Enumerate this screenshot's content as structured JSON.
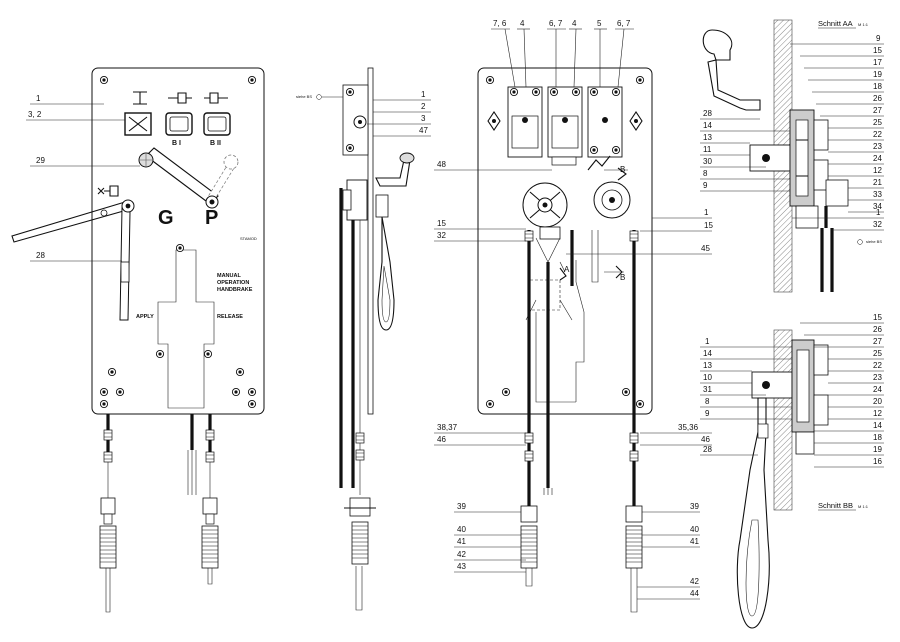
{
  "front_view": {
    "labels": {
      "l1": "1",
      "l3_2": "3, 2",
      "l29": "29",
      "l28": "28"
    },
    "g_text": "G",
    "p_text": "P",
    "bi_text": "B I",
    "bii_text": "B II",
    "stamp_text": "STAMOD",
    "manual_text": [
      "MANUAL",
      "OPERATION",
      "HANDBRAKE"
    ],
    "apply_text": "APPLY",
    "release_text": "RELEASE"
  },
  "side_view": {
    "labels": {
      "l1": "1",
      "l2": "2",
      "l3": "3",
      "l47": "47"
    },
    "note": "siehe BS"
  },
  "rear_view": {
    "top_labels": [
      "7, 6",
      "4",
      "6, 7",
      "4",
      "5",
      "6, 7"
    ],
    "left_labels": {
      "l48": "48",
      "l15": "15",
      "l32": "32",
      "l38_37": "38,37",
      "l46": "46",
      "l39": "39",
      "l40": "40",
      "l41": "41",
      "l42": "42",
      "l43": "43"
    },
    "right_labels": {
      "l1": "1",
      "l15": "15",
      "l45": "45",
      "l35_36": "35,36",
      "l46": "46",
      "l39": "39",
      "l40": "40",
      "l41": "41",
      "l42": "42",
      "l44": "44"
    },
    "section_a": "A",
    "section_b": "B"
  },
  "section_aa": {
    "title": "Schnitt AA",
    "scale": "M 1:1",
    "note": "siehe BS",
    "left_labels": [
      "28",
      "14",
      "13",
      "11",
      "30",
      "8",
      "9"
    ],
    "right_labels": [
      "9",
      "15",
      "17",
      "19",
      "18",
      "26",
      "27",
      "25",
      "22",
      "23",
      "24",
      "12",
      "21",
      "33",
      "34",
      "1",
      "32"
    ]
  },
  "section_bb": {
    "title": "Schnitt BB",
    "scale": "M 1:1",
    "left_labels": [
      "1",
      "14",
      "13",
      "10",
      "31",
      "8",
      "9",
      "28"
    ],
    "right_labels": [
      "15",
      "26",
      "27",
      "25",
      "22",
      "23",
      "24",
      "20",
      "12",
      "14",
      "18",
      "19",
      "16"
    ]
  }
}
